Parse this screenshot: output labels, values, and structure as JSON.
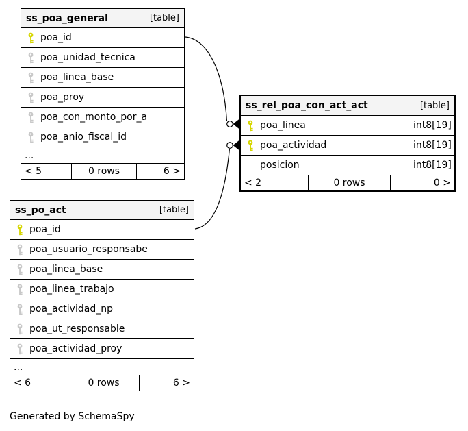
{
  "tables": [
    {
      "name": "ss_poa_general",
      "type_label": "[table]",
      "columns": [
        {
          "name": "poa_id",
          "key": "primary"
        },
        {
          "name": "poa_unidad_tecnica",
          "key": "foreign"
        },
        {
          "name": "poa_linea_base",
          "key": "foreign"
        },
        {
          "name": "poa_proy",
          "key": "foreign"
        },
        {
          "name": "poa_con_monto_por_a",
          "key": "foreign"
        },
        {
          "name": "poa_anio_fiscal_id",
          "key": "foreign"
        }
      ],
      "ellipsis": "...",
      "footer": {
        "left": "< 5",
        "center": "0 rows",
        "right": "6 >"
      }
    },
    {
      "name": "ss_rel_poa_con_act_act",
      "type_label": "[table]",
      "columns": [
        {
          "name": "poa_linea",
          "key": "primary",
          "type": "int8[19]"
        },
        {
          "name": "poa_actividad",
          "key": "primary",
          "type": "int8[19]"
        },
        {
          "name": "posicion",
          "key": "none",
          "type": "int8[19]"
        }
      ],
      "footer": {
        "left": "< 2",
        "center": "0 rows",
        "right": "0 >"
      }
    },
    {
      "name": "ss_po_act",
      "type_label": "[table]",
      "columns": [
        {
          "name": "poa_id",
          "key": "primary"
        },
        {
          "name": "poa_usuario_responsabe",
          "key": "foreign"
        },
        {
          "name": "poa_linea_base",
          "key": "foreign"
        },
        {
          "name": "poa_linea_trabajo",
          "key": "foreign"
        },
        {
          "name": "poa_actividad_np",
          "key": "foreign"
        },
        {
          "name": "poa_ut_responsable",
          "key": "foreign"
        },
        {
          "name": "poa_actividad_proy",
          "key": "foreign"
        }
      ],
      "ellipsis": "...",
      "footer": {
        "left": "< 6",
        "center": "0 rows",
        "right": "6 >"
      }
    }
  ],
  "relationships": [
    {
      "from_table": "ss_poa_general",
      "from_column": "poa_id",
      "to_table": "ss_rel_poa_con_act_act",
      "to_column": "poa_linea"
    },
    {
      "from_table": "ss_po_act",
      "from_column": "poa_id",
      "to_table": "ss_rel_poa_con_act_act",
      "to_column": "poa_actividad"
    }
  ],
  "footer_text": "Generated by SchemaSpy",
  "colors": {
    "primary_key": "#d6d600",
    "foreign_key": "#c8c8c8",
    "header_bg": "#f4f4f4",
    "border": "#000000"
  }
}
